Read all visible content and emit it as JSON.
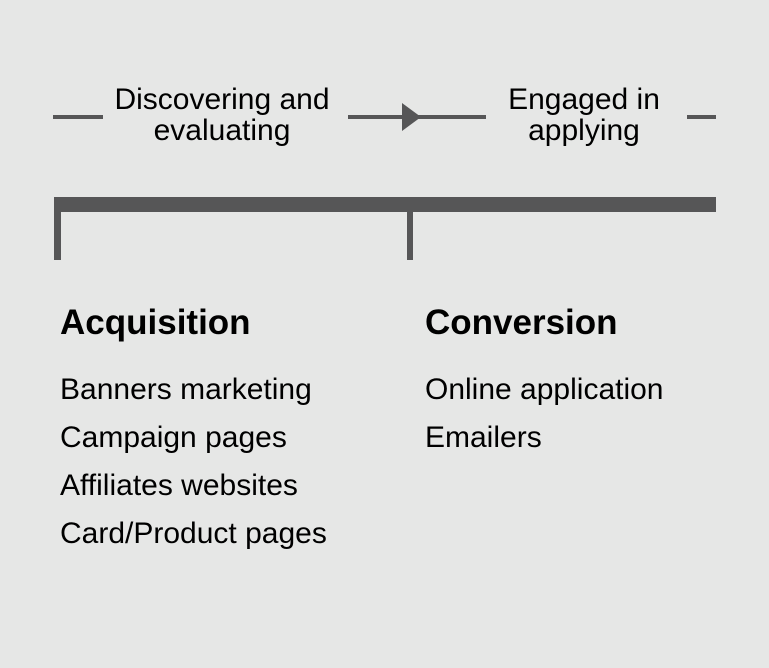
{
  "diagram": {
    "type": "customer-journey-funnel",
    "colors": {
      "background": "#e6e7e6",
      "shape_gray": "#565657",
      "text": "#000000"
    },
    "phases": [
      {
        "label": "Discovering and evaluating"
      },
      {
        "label": "Engaged in applying"
      }
    ],
    "connector": {
      "icon": "right-arrow",
      "edge_ticks": [
        "left-dash",
        "right-dash"
      ]
    },
    "columns": [
      {
        "heading": "Acquisition",
        "items": [
          "Banners marketing",
          "Campaign pages",
          "Affiliates websites",
          "Card/Product pages"
        ]
      },
      {
        "heading": "Conversion",
        "items": [
          "Online application",
          "Emailers"
        ]
      }
    ]
  }
}
